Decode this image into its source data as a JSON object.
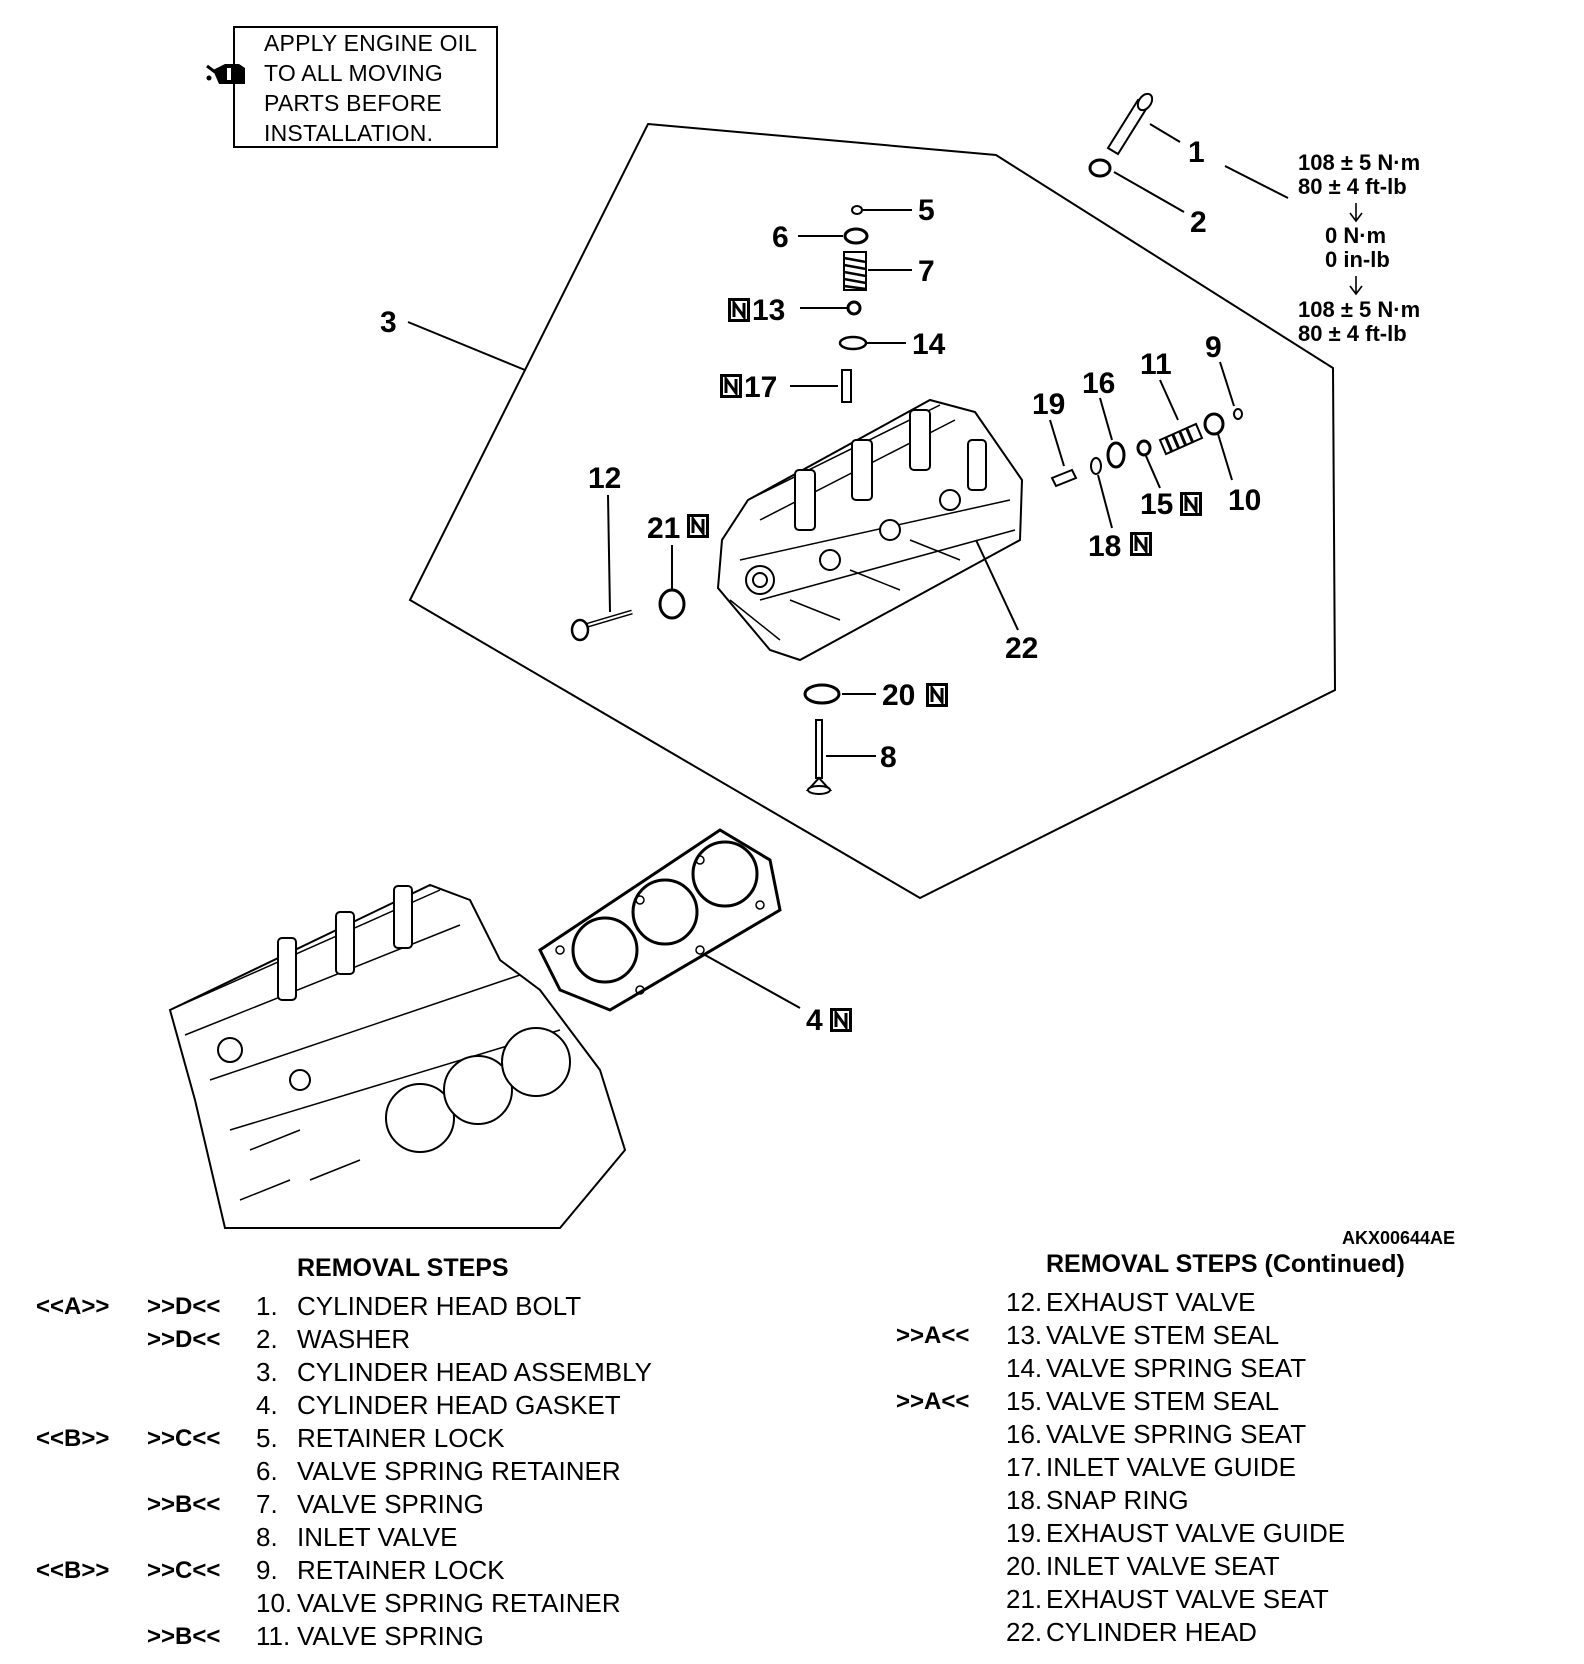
{
  "note": {
    "lines": [
      "APPLY ENGINE OIL",
      "TO ALL MOVING",
      "PARTS BEFORE",
      "INSTALLATION."
    ],
    "icon": "oil-can-icon"
  },
  "torque": {
    "step1_nm": "108 ± 5 N·m",
    "step1_ftlb": "80 ± 4 ft-lb",
    "step2_nm": "0 N·m",
    "step2_inlb": "0 in-lb",
    "step3_nm": "108 ± 5 N·m",
    "step3_ftlb": "80 ± 4 ft-lb"
  },
  "new_part_symbol": "N",
  "callouts": {
    "c1": "1",
    "c2": "2",
    "c3": "3",
    "c4": "4",
    "c5": "5",
    "c6": "6",
    "c7": "7",
    "c8": "8",
    "c9": "9",
    "c10": "10",
    "c11": "11",
    "c12": "12",
    "c13": "13",
    "c14": "14",
    "c15": "15",
    "c16": "16",
    "c17": "17",
    "c18": "18",
    "c19": "19",
    "c20": "20",
    "c21": "21",
    "c22": "22"
  },
  "figure_code": "AKX00644AE",
  "steps_left": {
    "heading": "REMOVAL STEPS",
    "rows": [
      {
        "removal": "<<A>>",
        "install": ">>D<<",
        "num": "1.",
        "label": "CYLINDER HEAD BOLT"
      },
      {
        "removal": "",
        "install": ">>D<<",
        "num": "2.",
        "label": "WASHER"
      },
      {
        "removal": "",
        "install": "",
        "num": "3.",
        "label": "CYLINDER HEAD ASSEMBLY"
      },
      {
        "removal": "",
        "install": "",
        "num": "4.",
        "label": "CYLINDER HEAD GASKET"
      },
      {
        "removal": "<<B>>",
        "install": ">>C<<",
        "num": "5.",
        "label": "RETAINER LOCK"
      },
      {
        "removal": "",
        "install": "",
        "num": "6.",
        "label": "VALVE SPRING RETAINER"
      },
      {
        "removal": "",
        "install": ">>B<<",
        "num": "7.",
        "label": "VALVE SPRING"
      },
      {
        "removal": "",
        "install": "",
        "num": "8.",
        "label": "INLET VALVE"
      },
      {
        "removal": "<<B>>",
        "install": ">>C<<",
        "num": "9.",
        "label": "RETAINER LOCK"
      },
      {
        "removal": "",
        "install": "",
        "num": "10.",
        "label": "VALVE SPRING RETAINER"
      },
      {
        "removal": "",
        "install": ">>B<<",
        "num": "11.",
        "label": "VALVE SPRING"
      }
    ]
  },
  "steps_right": {
    "heading": "REMOVAL STEPS (Continued)",
    "rows": [
      {
        "install": "",
        "num": "12.",
        "label": "EXHAUST VALVE"
      },
      {
        "install": ">>A<<",
        "num": "13.",
        "label": "VALVE STEM SEAL"
      },
      {
        "install": "",
        "num": "14.",
        "label": "VALVE SPRING SEAT"
      },
      {
        "install": ">>A<<",
        "num": "15.",
        "label": "VALVE STEM SEAL"
      },
      {
        "install": "",
        "num": "16.",
        "label": "VALVE SPRING SEAT"
      },
      {
        "install": "",
        "num": "17.",
        "label": "INLET VALVE GUIDE"
      },
      {
        "install": "",
        "num": "18.",
        "label": "SNAP RING"
      },
      {
        "install": "",
        "num": "19.",
        "label": "EXHAUST VALVE GUIDE"
      },
      {
        "install": "",
        "num": "20.",
        "label": "INLET VALVE SEAT"
      },
      {
        "install": "",
        "num": "21.",
        "label": "EXHAUST VALVE SEAT"
      },
      {
        "install": "",
        "num": "22.",
        "label": "CYLINDER HEAD"
      }
    ]
  }
}
